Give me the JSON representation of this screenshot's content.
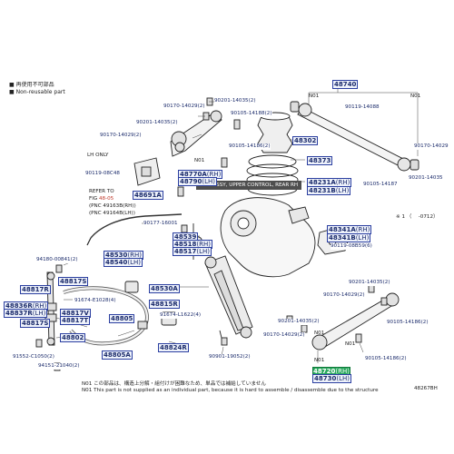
{
  "legend": {
    "line1": "■ 再使用不可部品",
    "line2": "■ Non-reusable part"
  },
  "tooltip": "ARM ASSY, UPPER CONTROL, REAR RH",
  "parts": {
    "p48740": "48740",
    "p90201_14035a": "90201-14035(2)",
    "p90170_14029a": "90170-14029(2)",
    "p90105_14188a": "90105-14188(2)",
    "p90201_14035b": "90201-14035(2)",
    "p90170_14029b": "90170-14029(2)",
    "p90105_14186a": "90105-14186(2)",
    "p48302": "48302",
    "p48373": "48373",
    "p48770a": "48770A",
    "p48770a_sub": "(RH)",
    "p48790": "48790",
    "p48790_sub": "(LH)",
    "p90119_08C48": "90119-08C48",
    "p48691a": "48691A",
    "p48231a": "48231A",
    "p48231a_sub": "(RH)",
    "p48231b": "48231B",
    "p48231b_sub": "(LH)",
    "p90119_14088": "90119-14088",
    "p90170_14029c": "90170-14029",
    "p90201_14035c": "90201-14035",
    "p90105_14187": "90105-14187",
    "p90177_16001": "90177-16001",
    "p48539": "48539",
    "p48518": "48518",
    "p48518_sub": "(RH)",
    "p48517": "48517",
    "p48517_sub": "(LH)",
    "p48530": "48530",
    "p48530_sub": "(RH)",
    "p48540": "48540",
    "p48540_sub": "(LH)",
    "p48341a": "48341A",
    "p48341a_sub": "(RH)",
    "p48341b": "48341B",
    "p48341b_sub": "(LH)",
    "p90119_08B59": "90119-08B59(6)",
    "p94180_00841": "94180-00841(2)",
    "p48817s_top": "48817S",
    "p48817r": "48817R",
    "p48836r": "48836R",
    "p48836r_sub": "(RH)",
    "p48837r": "48837R",
    "p48837r_sub": "(LH)",
    "p91674_e1028": "91674-E1028(4)",
    "p48817v": "48817V",
    "p48817t": "48817T",
    "p48817s_bot": "48817S",
    "p48802": "48802",
    "p48805": "48805",
    "p48805a": "48805A",
    "p48815r": "48815R",
    "p91674_l1622": "91674-L1622(4)",
    "p48824r": "48824R",
    "p91552_c1050": "91552-C1050(2)",
    "p94151_21040": "94151-21040(2)",
    "p48530a": "48530A",
    "p90901_19052": "90901-19052(2)",
    "p90201_14035d": "90201-14035(2)",
    "p90170_14029d": "90170-14029(2)",
    "p90105_14186b": "90105-14186(2)",
    "p90201_14035e": "90201-14035(2)",
    "p90170_14029e": "90170-14029(2)",
    "p90105_14186c": "90105-14186(2)",
    "p48720": "48720",
    "p48720_sub": "(RH)",
    "p48730": "48730",
    "p48730_sub": "(LH)"
  },
  "notes": {
    "lh_only": "LH ONLY",
    "refer_to": "REFER TO",
    "fig": "FIG",
    "fig_num": "48-05",
    "pnc_1": "(PNC 49163B(RH))",
    "pnc_2": "(PNC 49164B(LH))",
    "n01_a": "N01",
    "n01_b": "N01",
    "n01_c": "N01",
    "n01_d": "N01",
    "n01_e": "N01",
    "n01_f": "N01",
    "date_code": "※ 1 （　 -0712）"
  },
  "footer": {
    "jp": "N01 この部品は、構造上分解・組付けが困難なため、単品では補給していません",
    "en": "N01 This part is not supplied as an individual part, because it is hard to assemble / disassemble due to the structure",
    "diagram_id": "48267BH"
  }
}
